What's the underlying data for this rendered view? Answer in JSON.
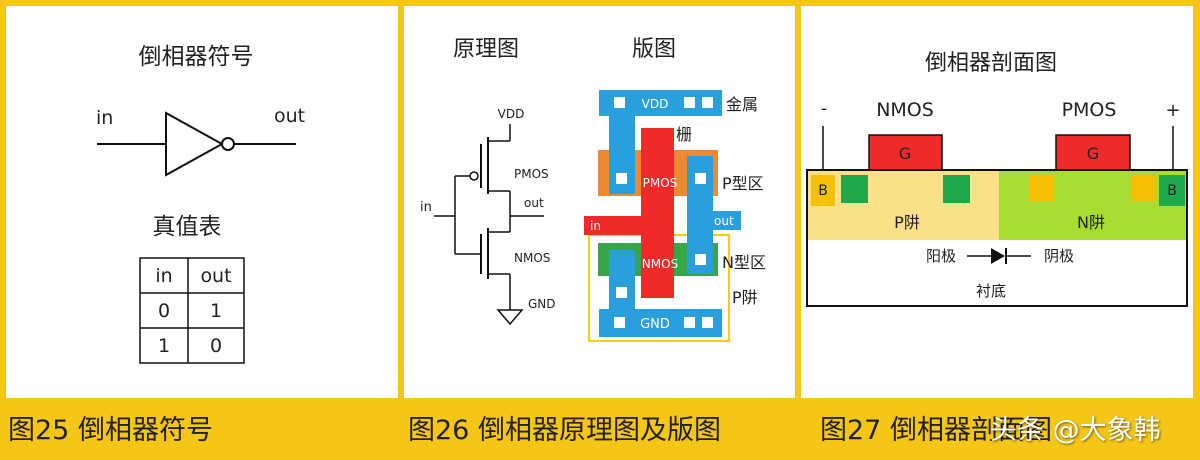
{
  "colors": {
    "background": "#f5c518",
    "metal": "#2a9fdc",
    "poly": "#ee2a2a",
    "p_region": "#f08a30",
    "n_region": "#3aa548",
    "p_well": "#fbe08a",
    "n_well": "#a8dc32",
    "contact": "#f5c000",
    "green_diffusion": "#1fa84a"
  },
  "panel1": {
    "title": "倒相器符号",
    "in_label": "in",
    "out_label": "out",
    "table_title": "真值表",
    "table": {
      "headers": [
        "in",
        "out"
      ],
      "rows": [
        [
          "0",
          "1"
        ],
        [
          "1",
          "0"
        ]
      ]
    },
    "caption": "图25 倒相器符号"
  },
  "panel2": {
    "title_schematic": "原理图",
    "title_layout": "版图",
    "vdd": "VDD",
    "gnd": "GND",
    "pmos": "PMOS",
    "nmos": "NMOS",
    "in_label": "in",
    "out_label": "out",
    "layout": {
      "vdd": "VDD",
      "gnd": "GND",
      "pmos": "PMOS",
      "nmos": "NMOS",
      "in_label": "in",
      "out_label": "out",
      "metal": "金属",
      "gate": "栅",
      "p_region": "P型区",
      "n_region": "N型区",
      "p_well": "P阱"
    },
    "caption": "图26 倒相器原理图及版图"
  },
  "panel3": {
    "title": "倒相器剖面图",
    "minus": "-",
    "plus": "+",
    "nmos": "NMOS",
    "pmos": "PMOS",
    "gate": "G",
    "body": "B",
    "p_well": "P阱",
    "n_well": "N阱",
    "anode": "阳极",
    "cathode": "阴极",
    "substrate": "衬底",
    "caption": "图27 倒相器剖面图"
  },
  "watermark": "头条 @大象韩"
}
